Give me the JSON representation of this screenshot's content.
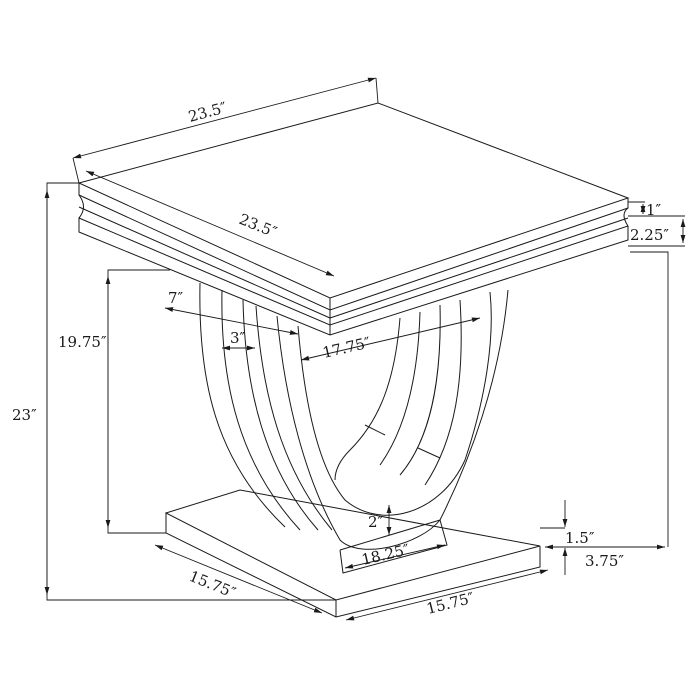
{
  "diagram": {
    "subject": "end-table-dimension-drawing",
    "labels": {
      "top_depth": "23.5″",
      "top_width": "23.5″",
      "top_thickness_upper": "1″",
      "top_thickness_lower": "2.25″",
      "total_height": "23″",
      "base_height": "19.75″",
      "leg_spread": "7″",
      "leg_width": "3″",
      "inner_span": "17.75″",
      "arch_clearance": "2″",
      "foot_length": "18.25″",
      "plinth_depth": "15.75″",
      "plinth_width": "15.75″",
      "plinth_height": "1.5″",
      "plinth_offset": "3.75″"
    },
    "colors": {
      "line": "#1a1a1a",
      "background": "#ffffff"
    }
  }
}
